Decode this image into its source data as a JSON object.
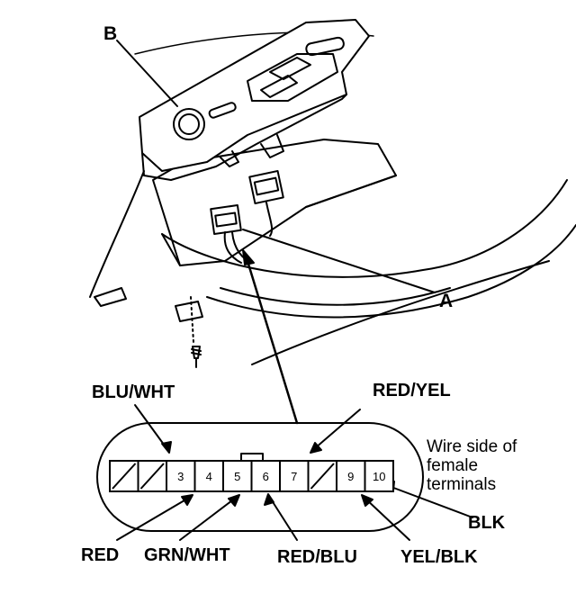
{
  "callouts": {
    "b": "B",
    "a": "A"
  },
  "wires": {
    "blu_wht": "BLU/WHT",
    "red_yel": "RED/YEL",
    "red": "RED",
    "grn_wht": "GRN/WHT",
    "red_blu": "RED/BLU",
    "yel_blk": "YEL/BLK",
    "blk": "BLK"
  },
  "note": {
    "line1": "Wire side of",
    "line2": "female",
    "line3": "terminals"
  },
  "connector": {
    "pins": [
      "",
      "",
      "3",
      "4",
      "5",
      "6",
      "7",
      "",
      "9",
      "10"
    ],
    "empty_cells": [
      0,
      1,
      7
    ]
  }
}
